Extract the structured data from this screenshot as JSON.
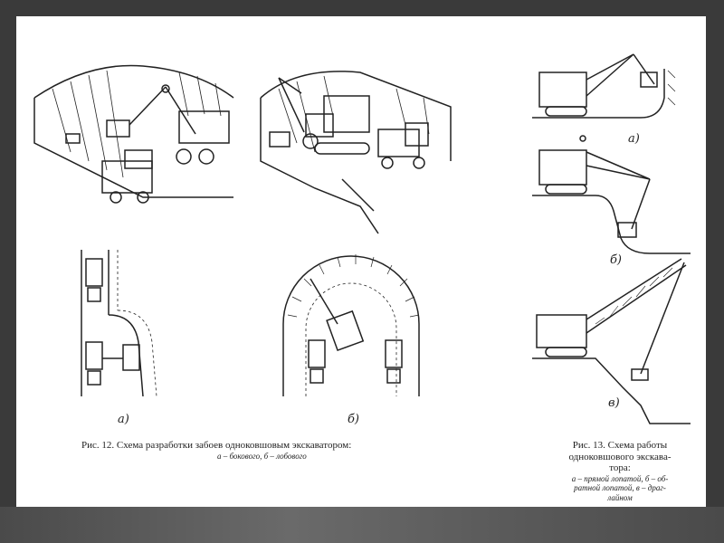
{
  "fig12": {
    "caption": "Рис. 12. Схема разработки забоев одноковшовым экскаватором:",
    "sub": "а – бокового, б – лобового",
    "label_a": "а)",
    "label_b": "б)"
  },
  "fig13": {
    "caption_line1": "Рис. 13. Схема работы",
    "caption_line2": "одноковшового экскава-",
    "caption_line3": "тора:",
    "sub_line1": "а – прямой лопатой, б – об-",
    "sub_line2": "ратной лопатой, в – драг-",
    "sub_line3": "лайном",
    "label_a": "а)",
    "label_b": "б)",
    "label_c": "в)"
  },
  "colors": {
    "ink": "#222222",
    "paper": "#ffffff",
    "frame": "#3a3a3a"
  }
}
